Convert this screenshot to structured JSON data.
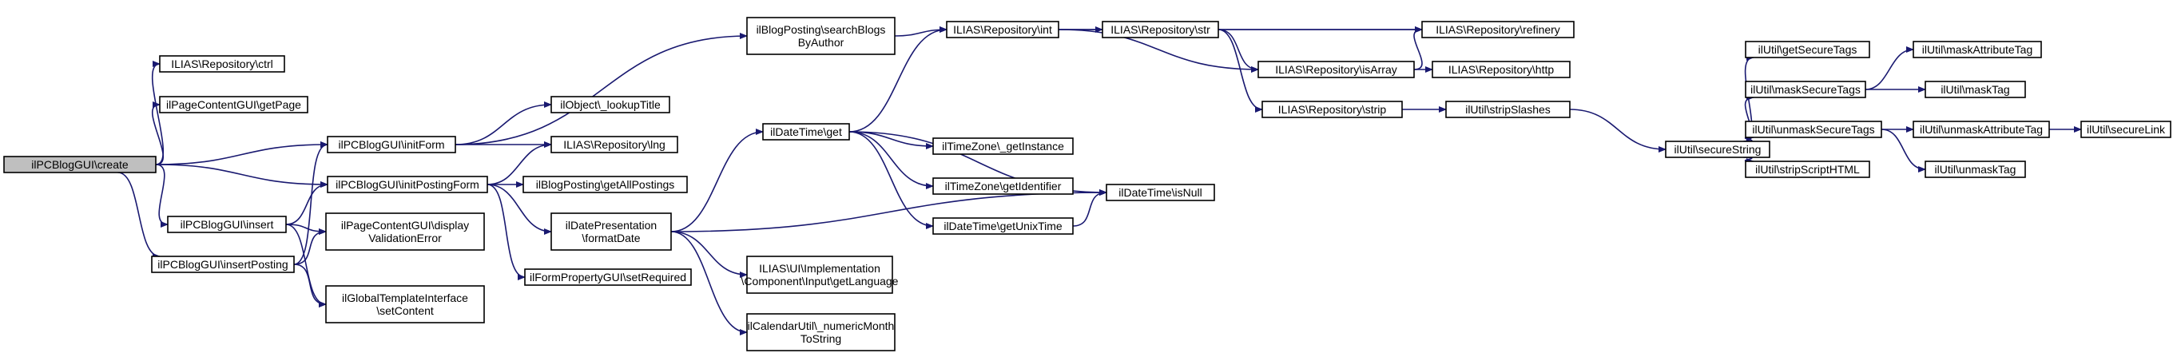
{
  "graph": {
    "colors": {
      "edge": "#191970",
      "node_border": "#000000",
      "focus_fill": "#bfbfbf",
      "node_fill": "#ffffff"
    },
    "nodes": {
      "create": [
        "ilPCBlogGUI\\create"
      ],
      "ctrl": [
        "ILIAS\\Repository\\ctrl"
      ],
      "getPage": [
        "ilPageContentGUI\\getPage"
      ],
      "initForm": [
        "ilPCBlogGUI\\initForm"
      ],
      "initPostingForm": [
        "ilPCBlogGUI\\initPostingForm"
      ],
      "insert": [
        "ilPCBlogGUI\\insert"
      ],
      "insertPosting": [
        "ilPCBlogGUI\\insertPosting"
      ],
      "searchBlogs": [
        "ilBlogPosting\\searchBlogs",
        "ByAuthor"
      ],
      "lookupTitle": [
        "ilObject\\_lookupTitle"
      ],
      "lng": [
        "ILIAS\\Repository\\lng"
      ],
      "getAllPostings": [
        "ilBlogPosting\\getAllPostings"
      ],
      "formatDate": [
        "ilDatePresentation",
        "\\formatDate"
      ],
      "displayValidationError": [
        "ilPageContentGUI\\display",
        "ValidationError"
      ],
      "setContent": [
        "ilGlobalTemplateInterface",
        "\\setContent"
      ],
      "setRequired": [
        "ilFormPropertyGUI\\setRequired"
      ],
      "dtGet": [
        "ilDateTime\\get"
      ],
      "repInt": [
        "ILIAS\\Repository\\int"
      ],
      "getInstance": [
        "ilTimeZone\\_getInstance"
      ],
      "getIdentifier": [
        "ilTimeZone\\getIdentifier"
      ],
      "getUnixTime": [
        "ilDateTime\\getUnixTime"
      ],
      "getLanguage": [
        "ILIAS\\UI\\Implementation",
        "\\Component\\Input\\getLanguage"
      ],
      "numericMonth": [
        "ilCalendarUtil\\_numericMonth",
        "ToString"
      ],
      "repStr": [
        "ILIAS\\Repository\\str"
      ],
      "refinery": [
        "ILIAS\\Repository\\refinery"
      ],
      "isArray": [
        "ILIAS\\Repository\\isArray"
      ],
      "http": [
        "ILIAS\\Repository\\http"
      ],
      "strip": [
        "ILIAS\\Repository\\strip"
      ],
      "isNull": [
        "ilDateTime\\isNull"
      ],
      "stripSlashes": [
        "ilUtil\\stripSlashes"
      ],
      "secureString": [
        "ilUtil\\secureString"
      ],
      "getSecureTags": [
        "ilUtil\\getSecureTags"
      ],
      "maskSecureTags": [
        "ilUtil\\maskSecureTags"
      ],
      "unmaskSecureTags": [
        "ilUtil\\unmaskSecureTags"
      ],
      "stripScriptHTML": [
        "ilUtil\\stripScriptHTML"
      ],
      "maskAttributeTag": [
        "ilUtil\\maskAttributeTag"
      ],
      "maskTag": [
        "ilUtil\\maskTag"
      ],
      "unmaskAttributeTag": [
        "ilUtil\\unmaskAttributeTag"
      ],
      "unmaskTag": [
        "ilUtil\\unmaskTag"
      ],
      "secureLink": [
        "ilUtil\\secureLink"
      ]
    }
  }
}
